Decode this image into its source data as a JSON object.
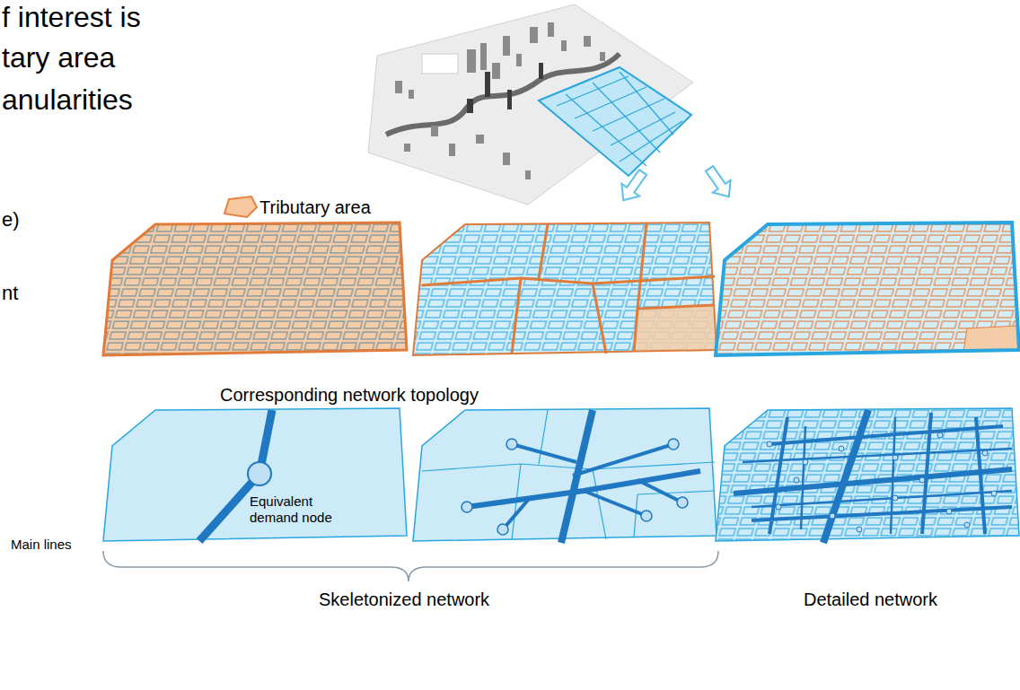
{
  "diagram": {
    "labels": [
      "f interest is",
      "tary area",
      "anularities",
      "e)",
      "nt",
      "Corresponding network topology",
      "Equivalent demand node",
      "Main lines",
      "Skeletonized network",
      "Detailed network"
    ],
    "legend": [
      {
        "text": "Tributary area"
      }
    ]
  }
}
